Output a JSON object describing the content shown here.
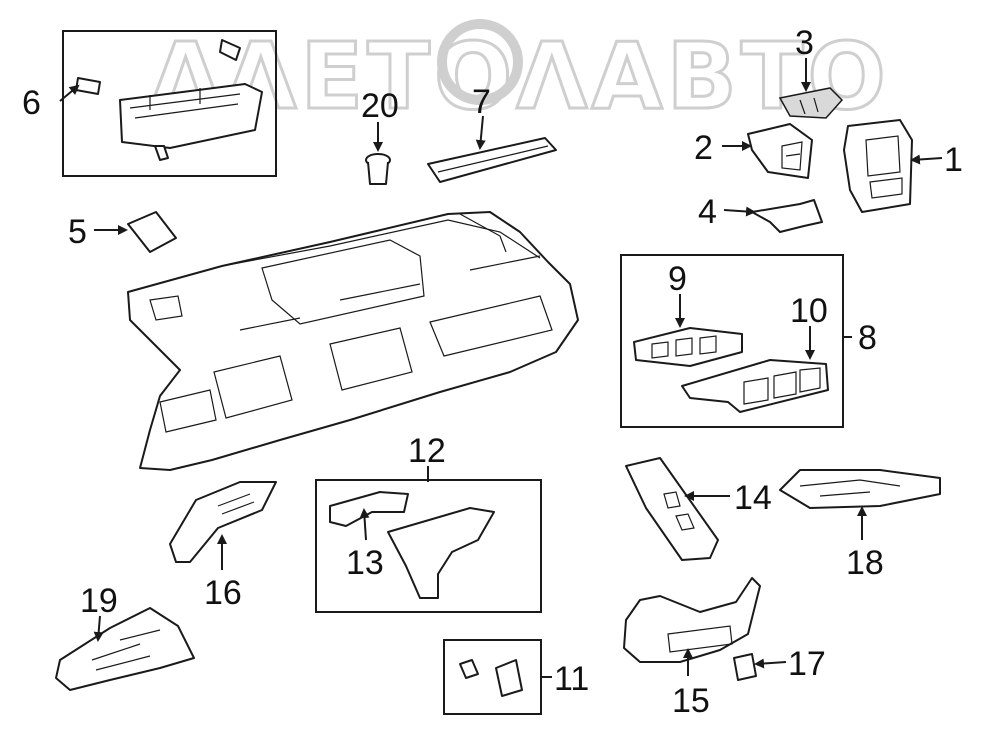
{
  "watermark": "ΛΛΕΤΟΛΑΒΤΟ",
  "colors": {
    "line": "#1a1a1a",
    "watermark": "#cfcfcf",
    "shade": "#d9d9d9",
    "background": "#ffffff"
  },
  "callouts": {
    "c1": "1",
    "c2": "2",
    "c3": "3",
    "c4": "4",
    "c5": "5",
    "c6": "6",
    "c7": "7",
    "c8": "8",
    "c9": "9",
    "c10": "10",
    "c11": "11",
    "c12": "12",
    "c13": "13",
    "c14": "14",
    "c15": "15",
    "c16": "16",
    "c17": "17",
    "c18": "18",
    "c19": "19",
    "c20": "20"
  }
}
